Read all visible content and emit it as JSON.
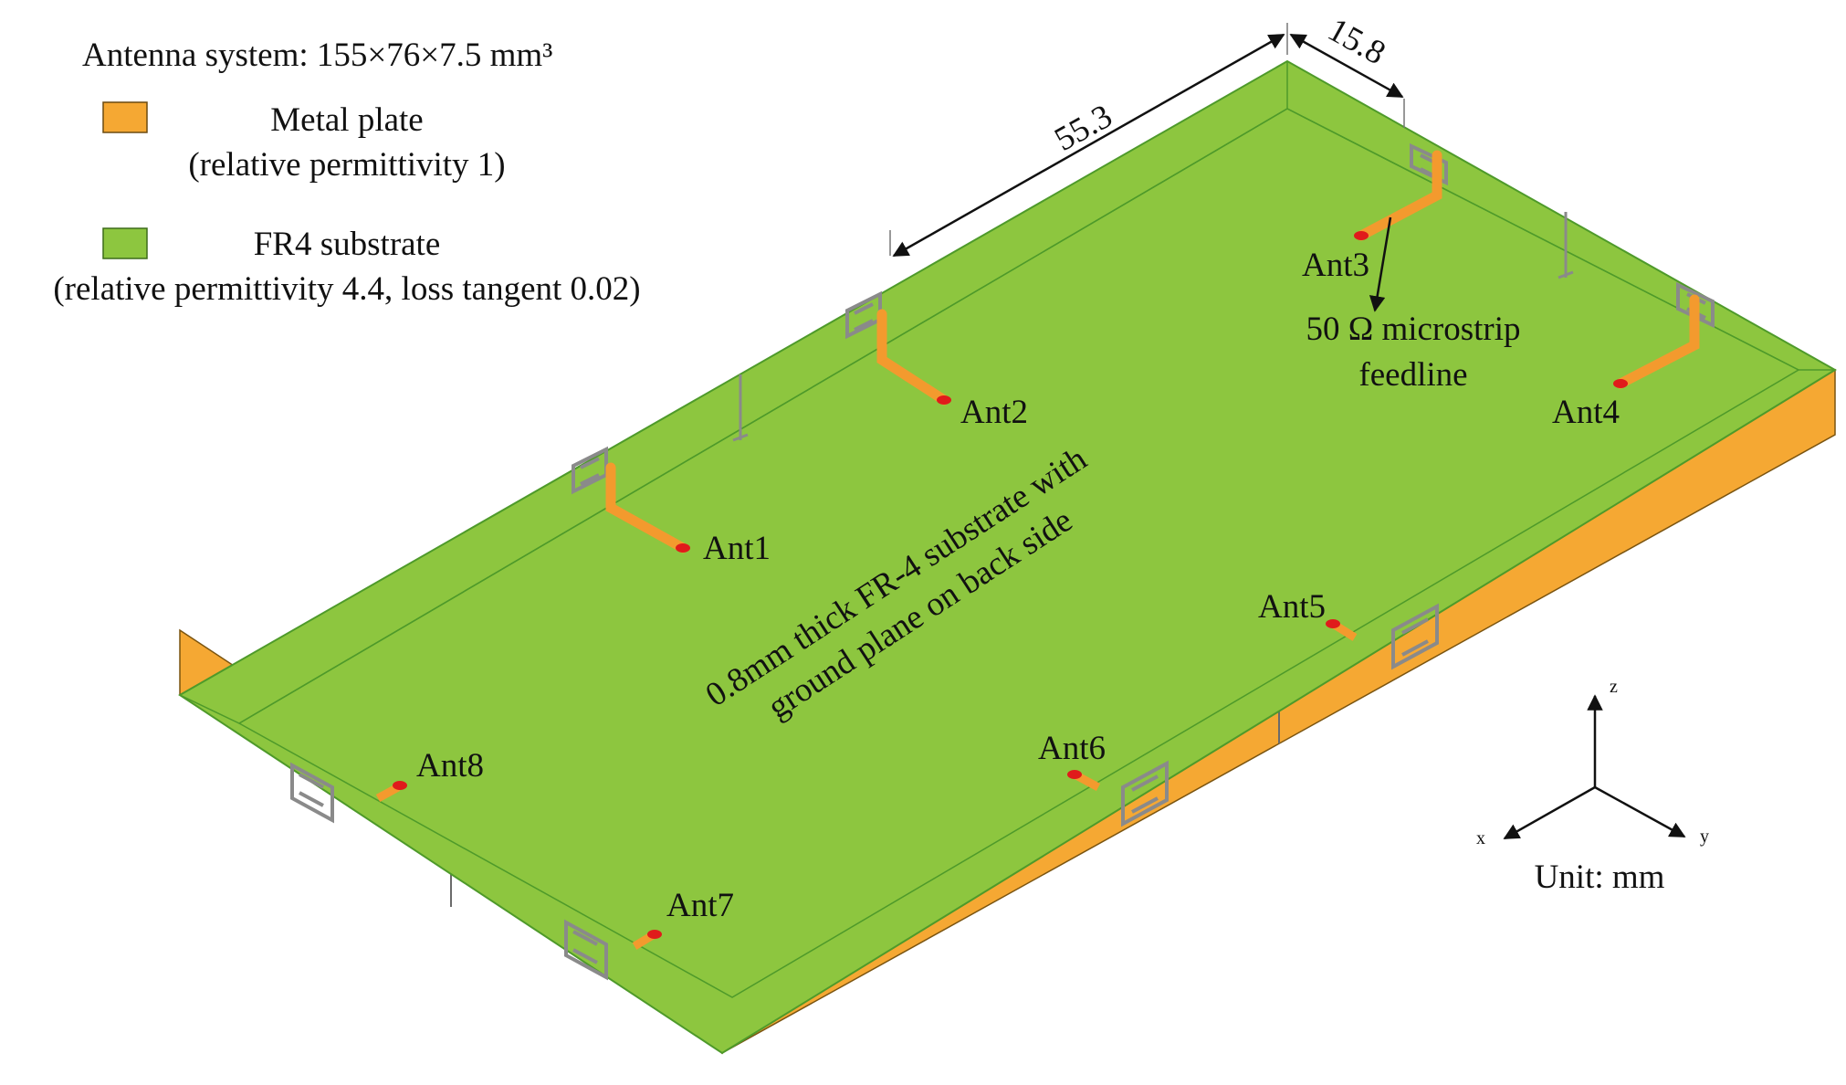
{
  "legend": {
    "system_title": "Antenna system: 155×76×7.5 mm³",
    "items": [
      {
        "name": "Metal plate",
        "note": "(relative permittivity 1)",
        "color": "#f5a833"
      },
      {
        "name": "FR4 substrate",
        "note": "(relative permittivity 4.4, loss tangent 0.02)",
        "color": "#8dc63f"
      }
    ]
  },
  "colors": {
    "metal": "#f5a833",
    "fr4": "#8dc63f",
    "fr4_edge": "#4e9a2a",
    "feed": "#f39a2e",
    "port": "#e01b1b",
    "trace": "#8a8a8a"
  },
  "dimensions": {
    "width_label": "55.3",
    "height_label": "15.8"
  },
  "antennas": [
    {
      "label": "Ant1"
    },
    {
      "label": "Ant2"
    },
    {
      "label": "Ant3"
    },
    {
      "label": "Ant4"
    },
    {
      "label": "Ant5"
    },
    {
      "label": "Ant6"
    },
    {
      "label": "Ant7"
    },
    {
      "label": "Ant8"
    }
  ],
  "annotations": {
    "feedline_line1": "50 Ω microstrip",
    "feedline_line2": "feedline",
    "substrate_line1": "0.8mm thick FR-4 substrate with",
    "substrate_line2": "ground plane on back side"
  },
  "axes": {
    "x": "x",
    "y": "y",
    "z": "z",
    "unit": "Unit: mm"
  }
}
